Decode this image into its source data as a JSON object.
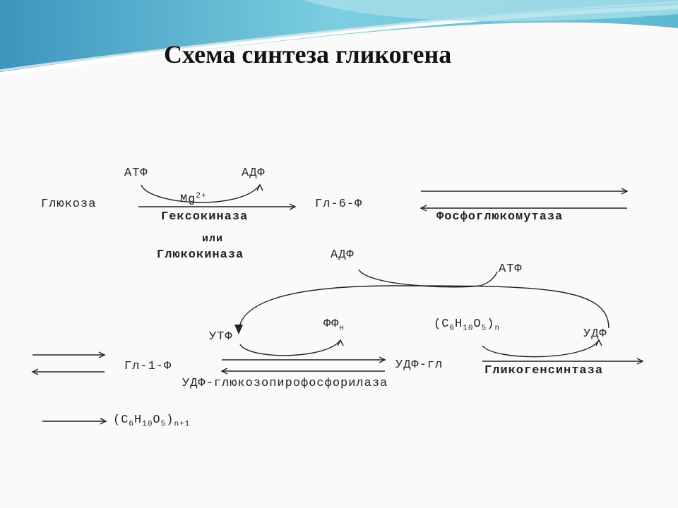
{
  "title": "Схема синтеза гликогена",
  "labels": {
    "atf_top": "АТФ",
    "adf_top": "АДФ",
    "mg": "Mg",
    "mg_sup": "2+",
    "glucose": "Глюкоза",
    "gl6f": "Гл-6-Ф",
    "hexokinase": "Гексокиназа",
    "or": "или",
    "glucokinase": "Глюкокиназа",
    "phosphoglucomutase": "Фосфоглюкомутаза",
    "adf_mid": "АДФ",
    "atf_mid": "АТФ",
    "utf": "УТФ",
    "ffn": "ФФ",
    "ffn_sub": "н",
    "glycogen_n": "(C",
    "glycogen_n_6": "6",
    "glycogen_n_h": "H",
    "glycogen_n_10": "10",
    "glycogen_n_o": "O",
    "glycogen_n_5": "5",
    "glycogen_n_close": ")",
    "glycogen_n_sub": "n",
    "udf_right": "УДФ",
    "gl1f": "Гл-1-Ф",
    "udfgl": "УДФ-гл",
    "glycogen_synthase": "Гликогенсинтаза",
    "udp_pyrophosphorylase": "УДФ-глюкозопирофосфорилаза",
    "glycogen_n1_sub": "n+1"
  }
}
